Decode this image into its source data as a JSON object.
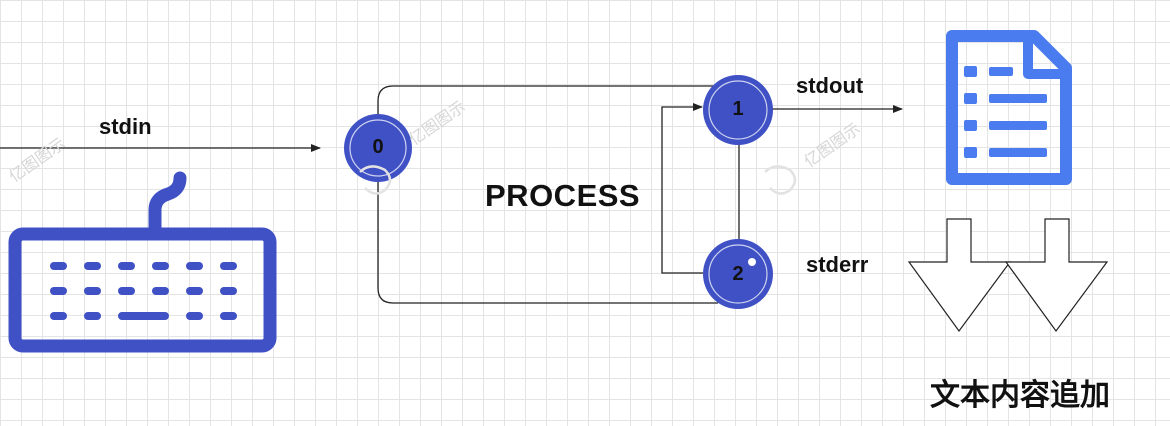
{
  "process": {
    "label": "PROCESS"
  },
  "ports": [
    {
      "number": "0",
      "stream": "stdin"
    },
    {
      "number": "1",
      "stream": "stdout"
    },
    {
      "number": "2",
      "stream": "stderr"
    }
  ],
  "caption": "文本内容追加",
  "watermark": "亿图图示",
  "icons": {
    "input": "keyboard-icon",
    "output": "document-icon",
    "append": "double-down-arrow-icon"
  },
  "colors": {
    "accent": "#3f51c4",
    "document": "#4a7cf0",
    "line": "#222222"
  }
}
